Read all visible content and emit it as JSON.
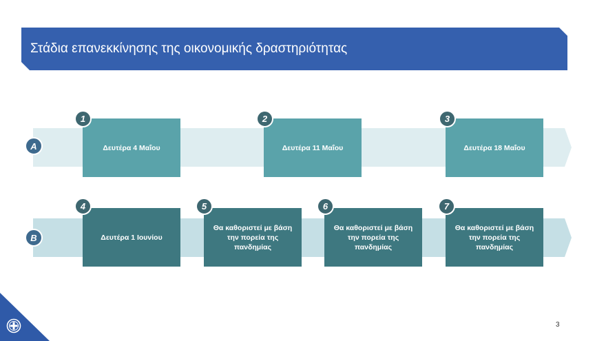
{
  "slide": {
    "title": "Στάδια επανεκκίνησης της οικονομικής δραστηριότητας",
    "page_number": "3"
  },
  "rows": [
    {
      "label": "A",
      "steps": [
        {
          "num": "1",
          "text": "Δευτέρα 4 Μαΐου"
        },
        {
          "num": "2",
          "text": "Δευτέρα 11 Μαΐου"
        },
        {
          "num": "3",
          "text": "Δευτέρα 18 Μαΐου"
        }
      ]
    },
    {
      "label": "B",
      "steps": [
        {
          "num": "4",
          "text": "Δευτέρα 1 Ιουνίου"
        },
        {
          "num": "5",
          "text": "Θα καθοριστεί με βάση την πορεία της πανδημίας"
        },
        {
          "num": "6",
          "text": "Θα καθοριστεί με βάση την πορεία της πανδημίας"
        },
        {
          "num": "7",
          "text": "Θα καθοριστεί με βάση την πορεία της πανδημίας"
        }
      ]
    }
  ],
  "icons": {
    "emblem": "government-cross-emblem-icon"
  },
  "colors": {
    "banner": "#3560ae",
    "box_light": "#5aa3aa",
    "box_dark": "#3e7880"
  }
}
